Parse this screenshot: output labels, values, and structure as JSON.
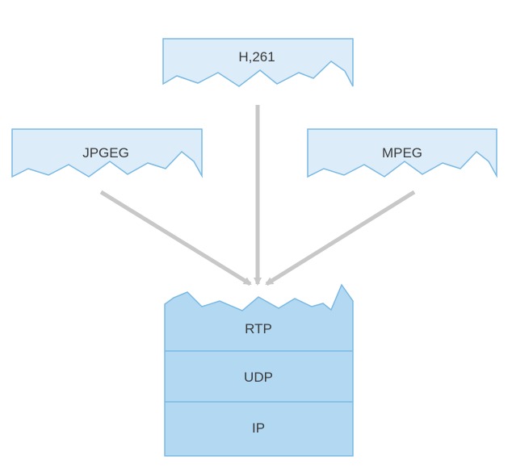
{
  "colors": {
    "codec_fill": "#dcecf9",
    "stack_fill": "#b3d8f2",
    "border": "#7ab9e3",
    "divider": "#7ab9e3",
    "arrow": "#c8c8c8",
    "text": "#3a3a3a"
  },
  "codecs": {
    "h261": "H,261",
    "jpeg": "JPGEG",
    "mpeg": "MPEG"
  },
  "stack": {
    "layers": [
      "RTP",
      "UDP",
      "IP"
    ]
  }
}
